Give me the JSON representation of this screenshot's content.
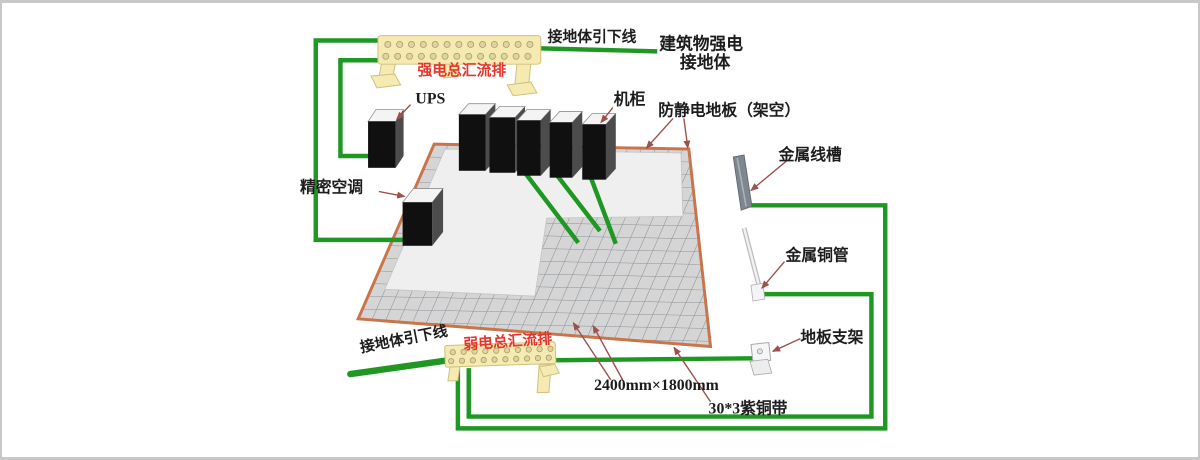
{
  "colors": {
    "wire_green": "#1f9723",
    "busbar_fill": "#f4eab2",
    "label_red": "#e7352b",
    "arrow_brown": "#9c5149",
    "floor_fill": "#d5d5d5",
    "floor_light": "#efefef",
    "grid_line": "#868d93",
    "floor_border": "#c9744a",
    "box_front": "#101010",
    "box_top": "#f4f4f4",
    "box_side": "#4c4c4c",
    "metal_gray": "#7e8690",
    "text_black": "#1c1c1c",
    "frame_gray": "#c8c8c8"
  },
  "labels": {
    "ups": "UPS",
    "cabinet": "机柜",
    "precision_ac": "精密空调",
    "antistatic_floor": "防静电地板（架空）",
    "metal_trough": "金属线槽",
    "metal_copper_pipe": "金属铜管",
    "floor_bracket": "地板支架",
    "strong_busbar": "强电总汇流排",
    "weak_busbar": "弱电总汇流排",
    "ground_lead_top": "接地体引下线",
    "ground_lead_bottom": "接地体引下线",
    "building_ground_line1": "建筑物强电",
    "building_ground_line2": "接地体",
    "floor_tile_size": "2400mm×1800mm",
    "copper_strip": "30*3紫铜带"
  }
}
